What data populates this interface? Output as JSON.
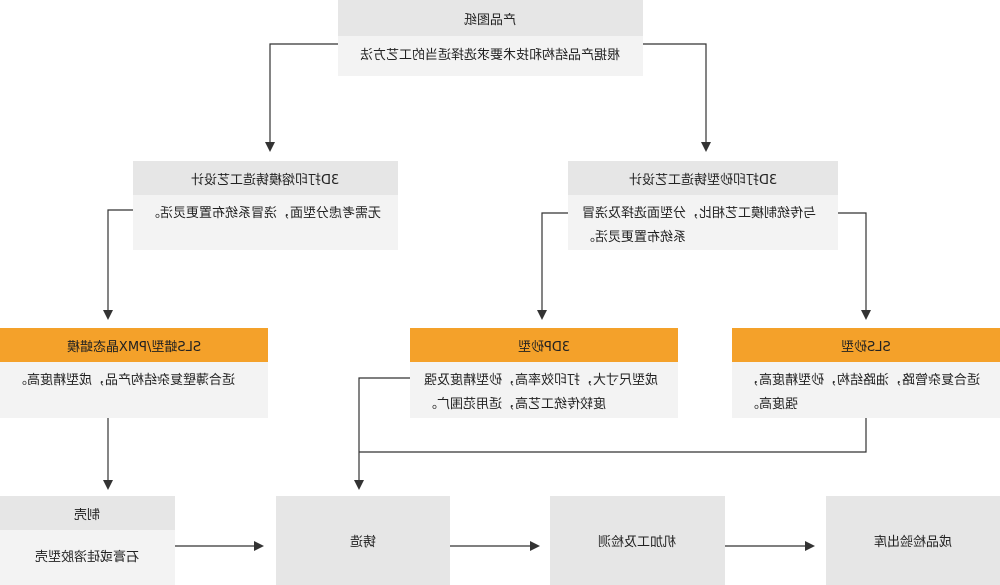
{
  "top": {
    "title": "产品图纸",
    "desc": "根据产品结构和技术要求选择适当的工艺方法"
  },
  "left_branch": {
    "title": "3D打印熔模铸造工艺设计",
    "desc": "无需考虑分型面，浇冒系统布置更灵活。"
  },
  "right_branch": {
    "title": "3D打印砂型铸造工艺设计",
    "desc": "与传统制模工艺相比，分型面选择及浇冒系统布置更灵活。"
  },
  "methods": [
    {
      "title": "SLS蜡型/PMX晶态蜡模",
      "desc": "适合薄壁复杂结构产品，成型精度高。"
    },
    {
      "title": "3DP砂型",
      "desc": "成型尺寸大，打印效率高，砂型精度及强度较传统工艺高，适用范围广。"
    },
    {
      "title": "SLS砂型",
      "desc": "适合复杂管路，油路结构，砂型精度高，强度高。"
    }
  ],
  "shell": {
    "title": "制壳",
    "desc": "石膏或硅溶胶型壳"
  },
  "steps": [
    "铸造",
    "机加工及检测",
    "成品检验出库"
  ],
  "colors": {
    "orange": "#f4a12a",
    "gray": "#e6e6e6",
    "light": "#f3f3f3",
    "line": "#333333"
  }
}
